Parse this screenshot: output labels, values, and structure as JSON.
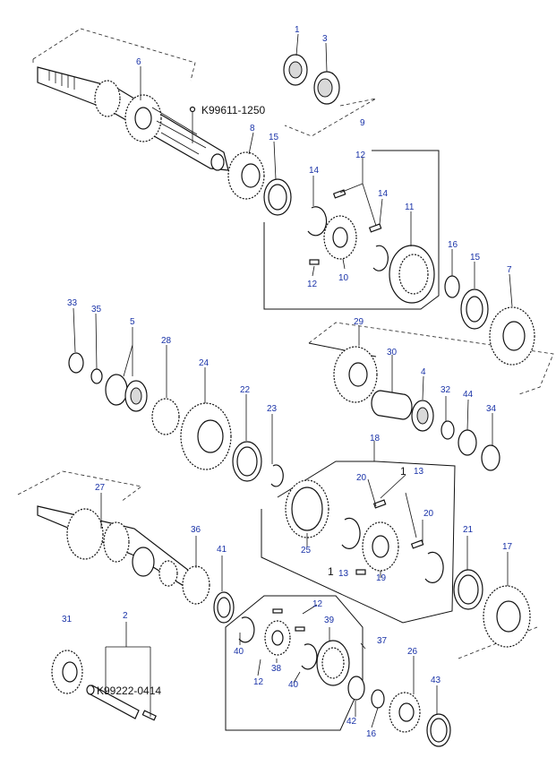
{
  "diagram": {
    "callouts": [
      "1",
      "3",
      "6",
      "9",
      "8",
      "15",
      "12",
      "14",
      "14",
      "11",
      "10",
      "12",
      "16",
      "15",
      "7",
      "33",
      "35",
      "5",
      "28",
      "24",
      "29",
      "30",
      "4",
      "32",
      "44",
      "34",
      "22",
      "23",
      "18",
      "20",
      "13",
      "20",
      "27",
      "25",
      "19",
      "21",
      "17",
      "36",
      "41",
      "12",
      "39",
      "37",
      "40",
      "38",
      "12",
      "40",
      "26",
      "31",
      "2",
      "42",
      "16",
      "43"
    ],
    "part_numbers": {
      "shaft_bolt": "K99611-1250",
      "pin": "K99222-0414"
    },
    "kit_marks": {
      "upper": "1",
      "lower": "1",
      "lower_13": "13",
      "upper_13": "13"
    }
  }
}
